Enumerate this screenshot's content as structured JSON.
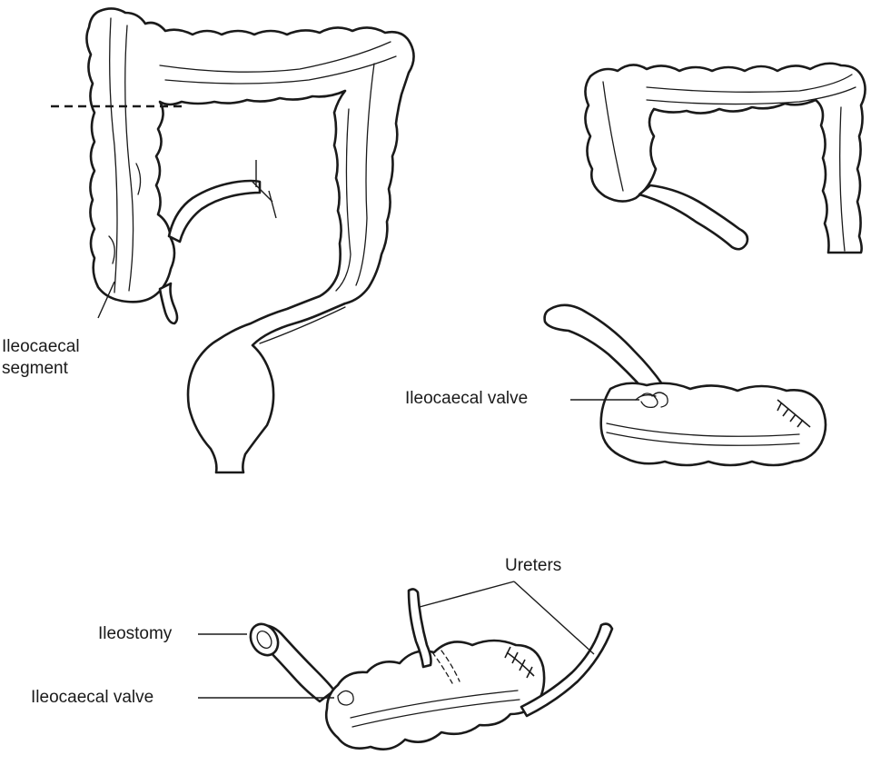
{
  "labels": {
    "ileocaecal_segment_line1": "Ileocaecal",
    "ileocaecal_segment_line2": "segment",
    "ileocaecal_valve_middle": "Ileocaecal valve",
    "ureters": "Ureters",
    "ileostomy": "Ileostomy",
    "ileocaecal_valve_bottom": "Ileocaecal valve"
  }
}
